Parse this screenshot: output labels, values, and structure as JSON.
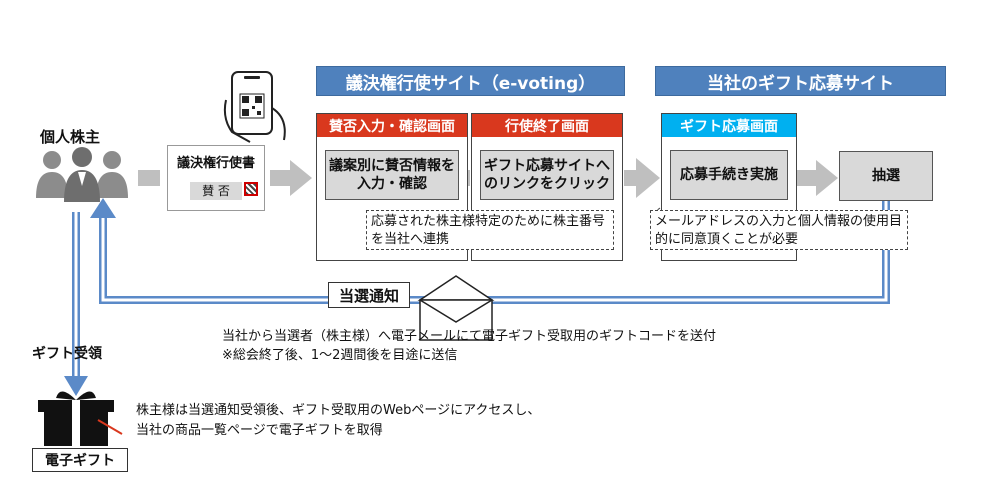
{
  "shareholder": {
    "label": "個人株主"
  },
  "proxy_card": {
    "title": "議決権行使書",
    "vote_label": "賛 否"
  },
  "evoting_site": {
    "banner": "議決権行使サイト（e-voting）",
    "panels": [
      {
        "header": "賛否入力・確認画面",
        "content": "議案別に賛否情報を入力・確認"
      },
      {
        "header": "行使終了画面",
        "content": "ギフト応募サイトへのリンクをクリック"
      }
    ],
    "note": "応募された株主様特定のために株主番号を当社へ連携"
  },
  "gift_site": {
    "banner": "当社のギフト応募サイト",
    "panel": {
      "header": "ギフト応募画面",
      "content": "応募手続き実施"
    },
    "lottery": "抽選",
    "note": "メールアドレスの入力と個人情報の使用目的に同意頂くことが必要"
  },
  "notification": {
    "label": "当選通知",
    "line1": "当社から当選者（株主様）へ電子メールにて電子ギフト受取用のギフトコードを送付",
    "line2": "※総会終了後、1～2週間後を目途に送信"
  },
  "gift_receipt": {
    "label": "ギフト受領",
    "gift_label": "電子ギフト",
    "line1": "株主様は当選通知受領後、ギフト受取用のWebページにアクセスし、",
    "line2": "当社の商品一覧ページで電子ギフトを取得"
  }
}
